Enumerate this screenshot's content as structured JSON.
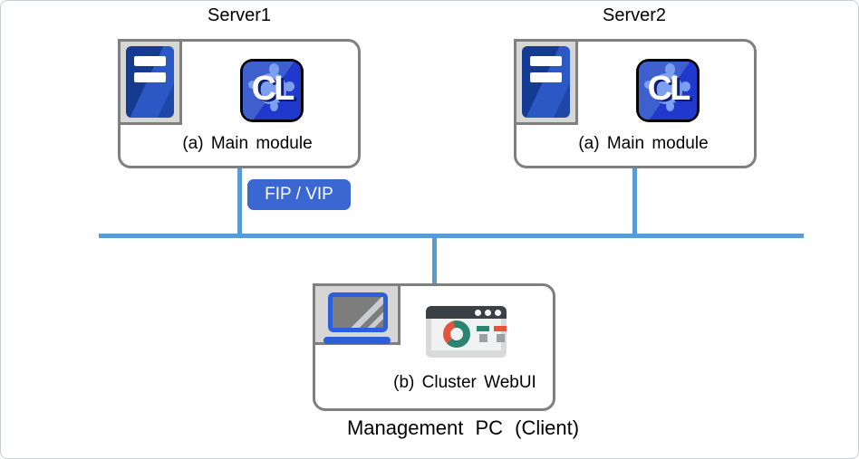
{
  "diagram": {
    "server1": {
      "title": "Server1",
      "module": "(a) Main module"
    },
    "server2": {
      "title": "Server2",
      "module": "(a) Main module"
    },
    "fip": {
      "label": "FIP / VIP"
    },
    "management": {
      "module": "(b) Cluster WebUI",
      "caption": "Management PC (Client)"
    },
    "cl_logo": {
      "text": "CL"
    },
    "colors": {
      "network_line": "#5b9bd5",
      "fip_badge_bg": "#3a67d1",
      "box_border": "#7f7f7f",
      "server_tower_blue": "#1e47a6",
      "cl_logo_blue": "#2f50d0",
      "cl_splat_blue": "#7d9ff0",
      "laptop_blue": "#2d5fd8",
      "browser_titlebar": "#3b4045",
      "donut_teal": "#2b8470",
      "donut_red": "#e2543c"
    }
  }
}
